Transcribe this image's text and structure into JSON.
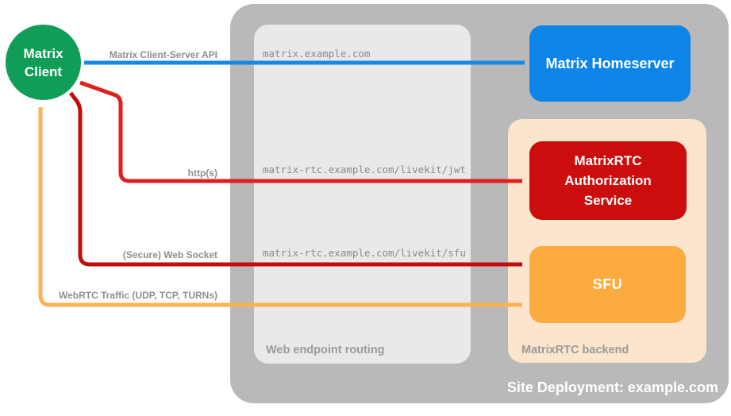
{
  "colors": {
    "green": "#0f9d58",
    "blue": "#0d85e6",
    "red-box": "#cc0d0d",
    "orange-box": "#fcac3e",
    "peach": "#fce5cd",
    "gray-outer": "#b9b9b9",
    "gray-inner": "#e9e9e9",
    "arrow-blue": "#1588e8",
    "arrow-red-bright": "#e01f1f",
    "arrow-red-dark": "#c00d0d",
    "arrow-orange": "#fbb155"
  },
  "nodes": {
    "client": {
      "label": "Matrix Client"
    },
    "homeserver": {
      "label": "Matrix Homeserver"
    },
    "auth_service": {
      "label": "MatrixRTC Authorization Service"
    },
    "sfu": {
      "label": "SFU"
    }
  },
  "containers": {
    "site": {
      "label": "Site Deployment: example.com"
    },
    "routing": {
      "label": "Web endpoint routing"
    },
    "backend": {
      "label": "MatrixRTC backend"
    }
  },
  "connections": {
    "cs_api": {
      "label": "Matrix Client-Server API",
      "endpoint": "matrix.example.com"
    },
    "http": {
      "label": "http(s)",
      "endpoint": "matrix-rtc.example.com/livekit/jwt"
    },
    "websocket": {
      "label": "(Secure) Web Socket",
      "endpoint": "matrix-rtc.example.com/livekit/sfu"
    },
    "webrtc": {
      "label": "WebRTC Traffic (UDP, TCP, TURNs)"
    }
  }
}
